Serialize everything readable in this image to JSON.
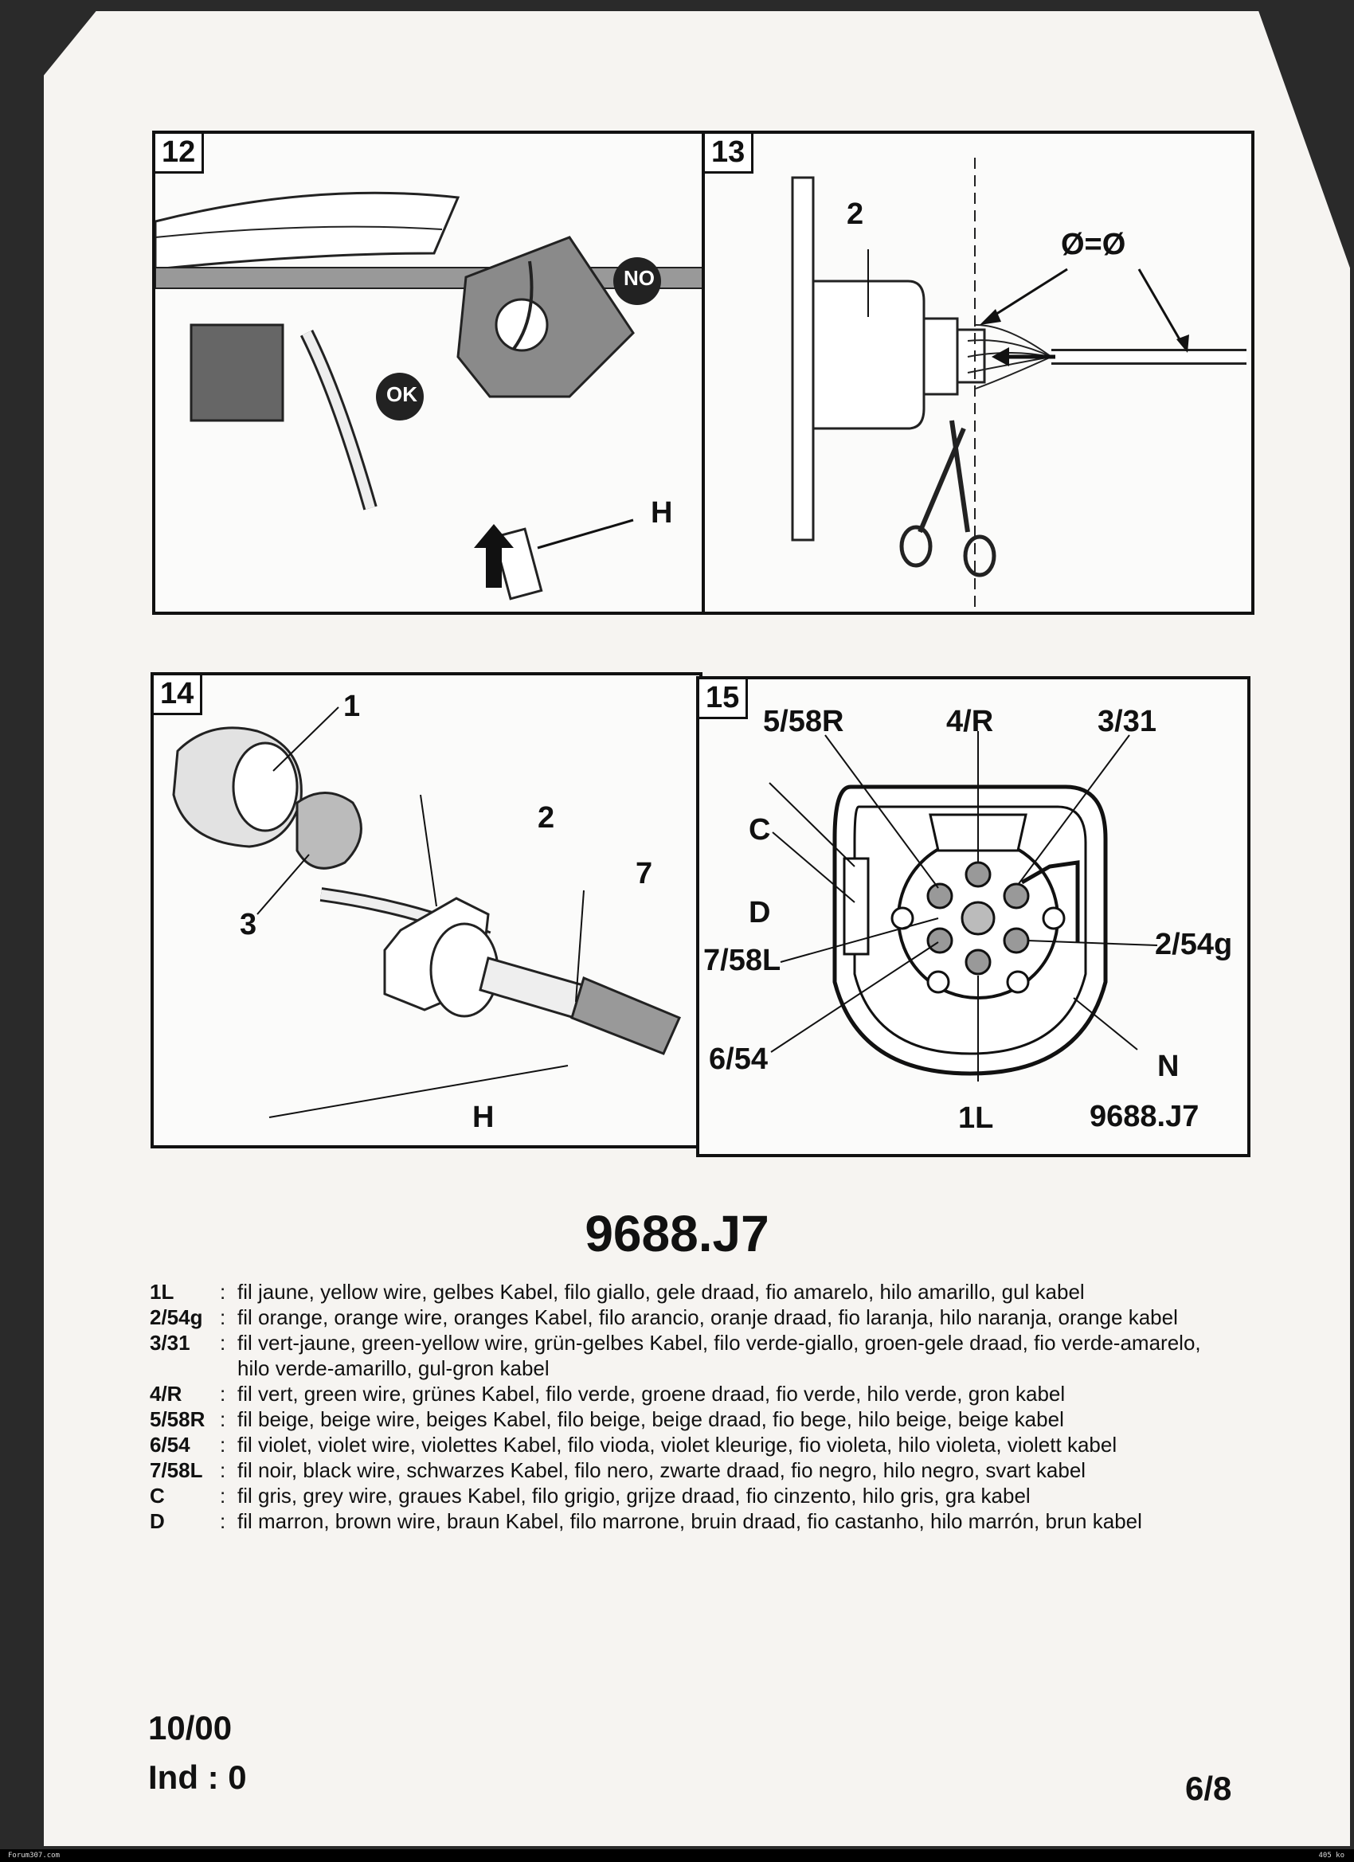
{
  "panels": [
    {
      "num": "12",
      "labels": {
        "no": "NO",
        "ok": "OK",
        "h": "H"
      }
    },
    {
      "num": "13",
      "labels": {
        "part": "2",
        "equal": "Ø=Ø"
      }
    },
    {
      "num": "14",
      "labels": {
        "p1": "1",
        "p2": "2",
        "p3": "3",
        "p7": "7",
        "h": "H"
      }
    },
    {
      "num": "15",
      "labels": {
        "l1": "5/58R",
        "l2": "4/R",
        "l3": "3/31",
        "l4": "C",
        "l5": "D",
        "l6": "7/58L",
        "l7": "2/54g",
        "l8": "6/54",
        "l9": "N",
        "l10": "1L",
        "l11": "9688.J7"
      }
    }
  ],
  "title": "9688.J7",
  "legend": [
    {
      "code": "1L",
      "desc": "fil jaune, yellow wire, gelbes Kabel, filo giallo, gele draad, fio amarelo, hilo amarillo, gul kabel"
    },
    {
      "code": "2/54g",
      "desc": "fil orange, orange wire, oranges Kabel, filo arancio, oranje draad, fio laranja, hilo naranja, orange kabel"
    },
    {
      "code": "3/31",
      "desc": "fil vert-jaune, green-yellow wire, grün-gelbes Kabel, filo verde-giallo, groen-gele draad, fio verde-amarelo,",
      "desc2": "hilo verde-amarillo, gul-gron kabel"
    },
    {
      "code": "4/R",
      "desc": "fil vert, green wire, grünes Kabel, filo verde, groene draad, fio verde, hilo verde, gron kabel"
    },
    {
      "code": "5/58R",
      "desc": "fil beige, beige wire, beiges Kabel, filo beige, beige draad, fio bege, hilo beige, beige kabel"
    },
    {
      "code": "6/54",
      "desc": "fil violet, violet wire, violettes Kabel, filo vioda, violet kleurige, fio violeta, hilo violeta, violett kabel"
    },
    {
      "code": "7/58L",
      "desc": "fil noir, black wire, schwarzes Kabel, filo nero, zwarte draad, fio negro, hilo negro, svart kabel"
    },
    {
      "code": "C",
      "desc": "fil gris, grey wire, graues Kabel, filo grigio, grijze draad, fio cinzento, hilo gris, gra kabel"
    },
    {
      "code": "D",
      "desc": "fil marron, brown wire, braun Kabel, filo marrone, bruin draad, fio castanho, hilo marrón, brun kabel"
    }
  ],
  "footer": {
    "date": "10/00",
    "index": "Ind : 0",
    "page": "6/8"
  },
  "statusbar": {
    "left": "Forum307.com",
    "right": "405 ko"
  }
}
